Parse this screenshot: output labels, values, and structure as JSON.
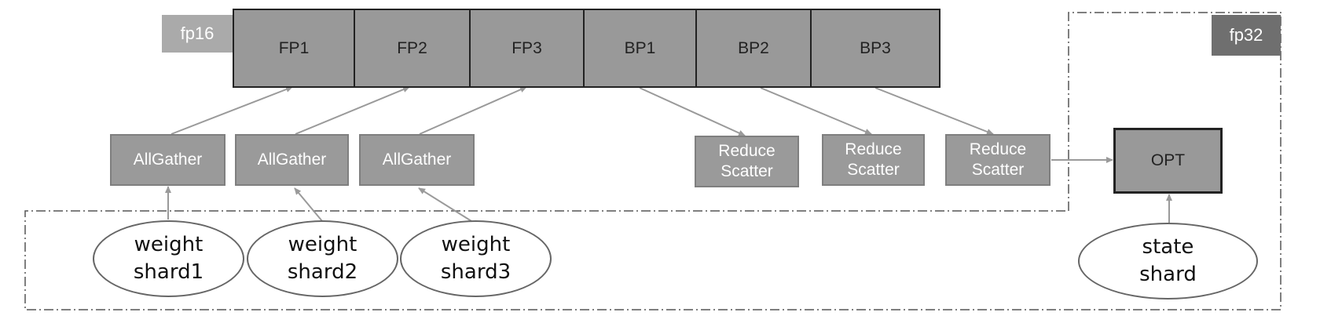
{
  "precision_tags": {
    "fp16": "fp16",
    "fp32": "fp32"
  },
  "pipeline": [
    "FP1",
    "FP2",
    "FP3",
    "BP1",
    "BP2",
    "BP3"
  ],
  "allgather": [
    "AllGather",
    "AllGather",
    "AllGather"
  ],
  "reduce_scatter": [
    {
      "line1": "Reduce",
      "line2": "Scatter"
    },
    {
      "line1": "Reduce",
      "line2": "Scatter"
    },
    {
      "line1": "Reduce",
      "line2": "Scatter"
    }
  ],
  "optimizer": "OPT",
  "weight_shards": [
    {
      "line1": "weight",
      "line2": "shard1"
    },
    {
      "line1": "weight",
      "line2": "shard2"
    },
    {
      "line1": "weight",
      "line2": "shard3"
    }
  ],
  "state_shard": {
    "line1": "state",
    "line2": "shard"
  },
  "colors": {
    "stroke": "#9a9a9a",
    "dash": "#555555"
  }
}
